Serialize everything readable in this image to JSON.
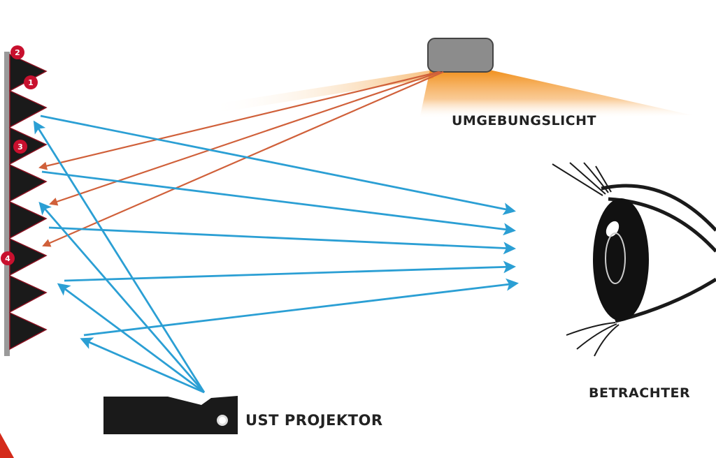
{
  "labels": {
    "ambient_light": "UMGEBUNGSLICHT",
    "viewer": "BETRACHTER",
    "projector": "UST PROJEKTOR"
  },
  "markers": [
    "2",
    "1",
    "3",
    "4"
  ],
  "colors": {
    "projector_ray": "#2b9fd4",
    "ambient_ray": "#d0603a",
    "ambient_glow": "#f08a10",
    "marker": "#c8102e",
    "screen_teeth": "#1a1a1a",
    "screen_backing": "#9a9a9a",
    "lamp_body": "#8c8c8c"
  }
}
